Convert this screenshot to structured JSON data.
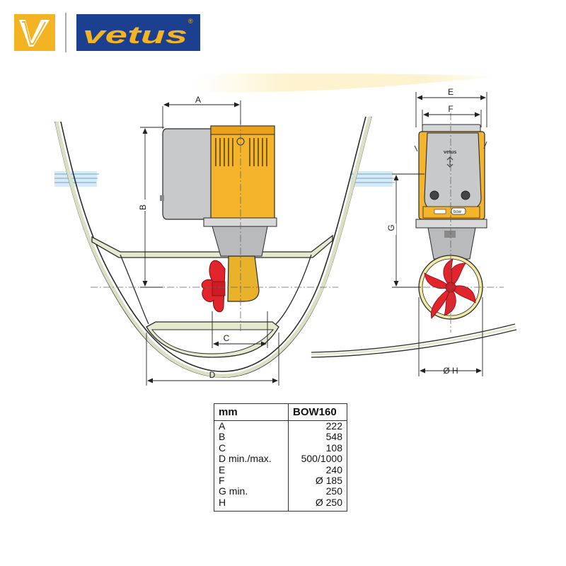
{
  "brand": {
    "name": "vetus",
    "reg": "®",
    "mark_letter": "V",
    "colors": {
      "blue": "#1d3f8f",
      "yellow": "#f3b323"
    }
  },
  "dimension_labels": {
    "a": "A",
    "b": "B",
    "c": "C",
    "d": "D",
    "e": "E",
    "f": "F",
    "g": "G",
    "h": "Ø H"
  },
  "motor_badges": {
    "brand": "vetus",
    "model": "bow"
  },
  "table": {
    "header": {
      "unit": "mm",
      "model": "BOW160"
    },
    "rows": [
      {
        "label": "A",
        "value": "222"
      },
      {
        "label": "B",
        "value": "548"
      },
      {
        "label": "C",
        "value": "108"
      },
      {
        "label": "D min./max.",
        "value": "500/1000"
      },
      {
        "label": "E",
        "value": "240"
      },
      {
        "label": "F",
        "value": "Ø 185"
      },
      {
        "label": "G min.",
        "value": "250"
      },
      {
        "label": "H",
        "value": "Ø 250"
      }
    ]
  }
}
